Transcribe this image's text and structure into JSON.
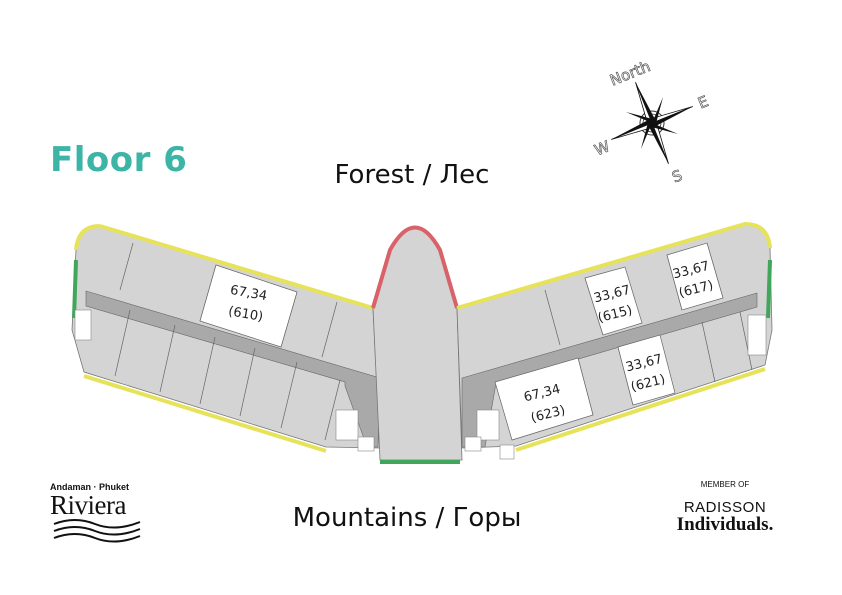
{
  "title": "Floor 6",
  "orientation": {
    "top_view": "Forest / Лес",
    "bottom_view": "Mountains / Горы"
  },
  "compass": {
    "north": "North",
    "east": "E",
    "west": "W",
    "south": "S"
  },
  "units": [
    {
      "area": "67,34",
      "number": "(610)"
    },
    {
      "area": "33,67",
      "number": "(615)"
    },
    {
      "area": "33,67",
      "number": "(617)"
    },
    {
      "area": "33,67",
      "number": "(621)"
    },
    {
      "area": "67,34",
      "number": "(623)"
    }
  ],
  "logos": {
    "left": {
      "subtitle": "Andaman · Phuket",
      "name": "Riviera"
    },
    "right": {
      "member": "MEMBER OF",
      "brand": "RADISSON",
      "collection": "Individuals."
    }
  },
  "colors": {
    "accent": "#3db5a6",
    "room": "#d4d4d4",
    "corridor": "#a9a9a9",
    "edge_yellow": "#e6e35a",
    "edge_red": "#d9626a",
    "edge_green": "#3fa65a"
  }
}
